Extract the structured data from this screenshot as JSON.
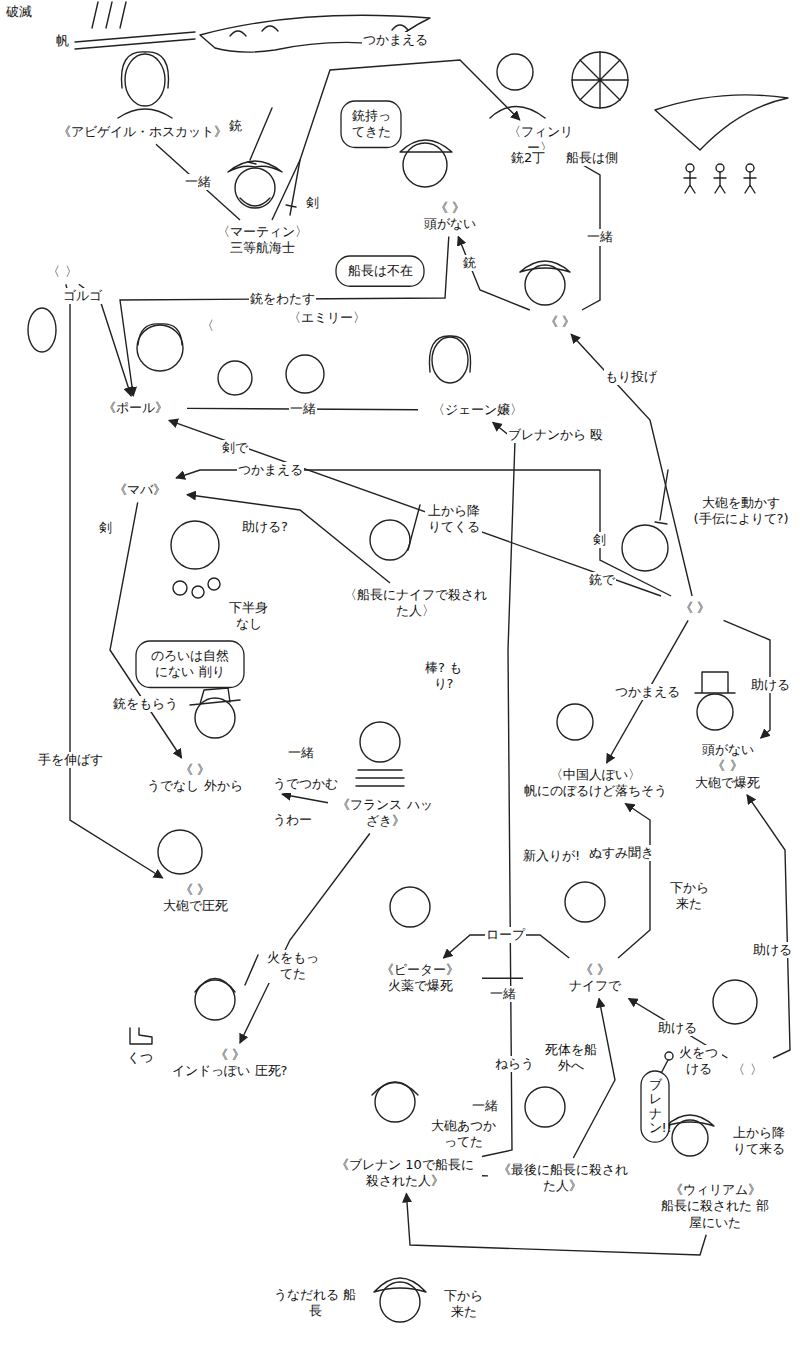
{
  "diagram": {
    "nodes": [
      {
        "text": [
          "《アビゲイル・ホスカット》"
        ]
      },
      {
        "text": [
          "〈マーティン〉",
          "三等航海士"
        ]
      },
      {
        "text": [
          "《 》",
          "頭がない"
        ]
      },
      {
        "text": [
          "〈フィンリー〉"
        ]
      },
      {
        "text": [
          "《 》"
        ]
      },
      {
        "text": [
          "〈 〉"
        ]
      },
      {
        "text": [
          "《ポール》"
        ]
      },
      {
        "text": [
          "〈エミリー〉"
        ]
      },
      {
        "text": [
          "〈ジェーン嬢〉"
        ]
      },
      {
        "text": [
          "《マバ》"
        ]
      },
      {
        "text": [
          "〈船長にナイフで殺された人〉"
        ]
      },
      {
        "text": [
          "《 》"
        ]
      },
      {
        "text": [
          "《 》",
          "うでなし 外から"
        ]
      },
      {
        "text": [
          "《フランス ハッざき》"
        ]
      },
      {
        "text": [
          "〈中国人ぽい〉",
          "帆にのぼるけど落ちそう"
        ]
      },
      {
        "text": [
          "頭がない",
          "《 》",
          "大砲で爆死"
        ]
      },
      {
        "text": [
          "《 》",
          "大砲で圧死"
        ]
      },
      {
        "text": [
          "《 》",
          "インドっぽい 圧死?"
        ]
      },
      {
        "text": [
          "《ピーター》",
          "火薬で爆死"
        ]
      },
      {
        "text": [
          "《 》",
          "ナイフで"
        ]
      },
      {
        "text": [
          "〈 〉"
        ]
      },
      {
        "text": [
          "《ブレナン 10で船長に殺された人》"
        ]
      },
      {
        "text": [
          "《最後に船長に殺された人》"
        ]
      },
      {
        "text": [
          "《ウィリアム》",
          "船長に殺された 部屋にいた"
        ]
      },
      {
        "text": [
          "うなだれる 船長"
        ]
      },
      {
        "text": [
          "銃持ってきた"
        ]
      },
      {
        "text": [
          "船長は不在"
        ]
      },
      {
        "text": [
          "のろいは自然にない 削り"
        ]
      },
      {
        "text": [
          "ブレナン!!"
        ]
      }
    ],
    "edges": [
      {
        "from": 1,
        "to": 0,
        "label": "一緒",
        "arrow": "none"
      },
      {
        "from": 1,
        "to": 3,
        "label": "つかまえる",
        "arrow": "to"
      },
      {
        "from": 2,
        "to": 6,
        "label": "銃をわたす",
        "arrow": "to"
      },
      {
        "from": 3,
        "to": 4,
        "label": "一緒",
        "arrow": "none"
      },
      {
        "from": 4,
        "to": 2,
        "label": "銃",
        "arrow": "to"
      },
      {
        "from": 5,
        "to": 6,
        "arrow": "to"
      },
      {
        "from": 6,
        "to": 8,
        "label": "一緒",
        "arrow": "none"
      },
      {
        "from": 11,
        "to": 6,
        "label": "剣で",
        "arrow": "to"
      },
      {
        "from": 11,
        "to": 4,
        "label": "もり投げ",
        "arrow": "to"
      },
      {
        "from": 21,
        "to": 8,
        "label": "ブレナンから 殴",
        "arrow": "to"
      },
      {
        "from": 10,
        "to": 9,
        "label": "助ける?",
        "arrow": "to"
      },
      {
        "from": 11,
        "to": 9,
        "label": "つかまえる",
        "arrow": "to"
      },
      {
        "from": 13,
        "to": 12,
        "label": "うでつかむ",
        "arrow": "to"
      },
      {
        "from": 9,
        "to": 12,
        "label": "銃をもらう",
        "arrow": "to"
      },
      {
        "from": 5,
        "to": 16,
        "label": "手を伸ばす",
        "arrow": "to"
      },
      {
        "from": 13,
        "to": 17,
        "arrow": "to"
      },
      {
        "from": 11,
        "to": 14,
        "label": "つかまえる",
        "arrow": "to"
      },
      {
        "from": 11,
        "to": 15,
        "label": "助ける",
        "arrow": "to"
      },
      {
        "from": 20,
        "to": 15,
        "label": "助ける",
        "arrow": "to"
      },
      {
        "from": 19,
        "to": 18,
        "label": "ロープ",
        "arrow": "to"
      },
      {
        "from": 18,
        "to": 19,
        "label": "一緒",
        "arrow": "none"
      },
      {
        "from": 19,
        "to": 14,
        "arrow": "to"
      },
      {
        "from": 22,
        "to": 19,
        "label": "ねらう",
        "arrow": "to"
      },
      {
        "from": 20,
        "to": 19,
        "label": "助ける",
        "arrow": "to"
      },
      {
        "from": 21,
        "to": 22,
        "label": "一緒",
        "arrow": "none"
      },
      {
        "from": 23,
        "to": 21,
        "arrow": "to"
      }
    ],
    "labels": [
      "破滅",
      "帆",
      "銃",
      "剣",
      "銃2丁",
      "船長は側",
      "ゴルゴ",
      "〈",
      "上から降りてくる",
      "剣",
      "下半身なし",
      "大砲を動かす (手伝によりて?)",
      "剣",
      "銃で",
      "うわー",
      "一緒",
      "棒? もり?",
      "火をもってた",
      "くつ",
      "新入りが!",
      "ぬすみ聞き",
      "下から来た",
      "死体を船外へ",
      "火をつける",
      "大砲あつかってた",
      "上から降りて来る",
      "下から来た"
    ]
  }
}
